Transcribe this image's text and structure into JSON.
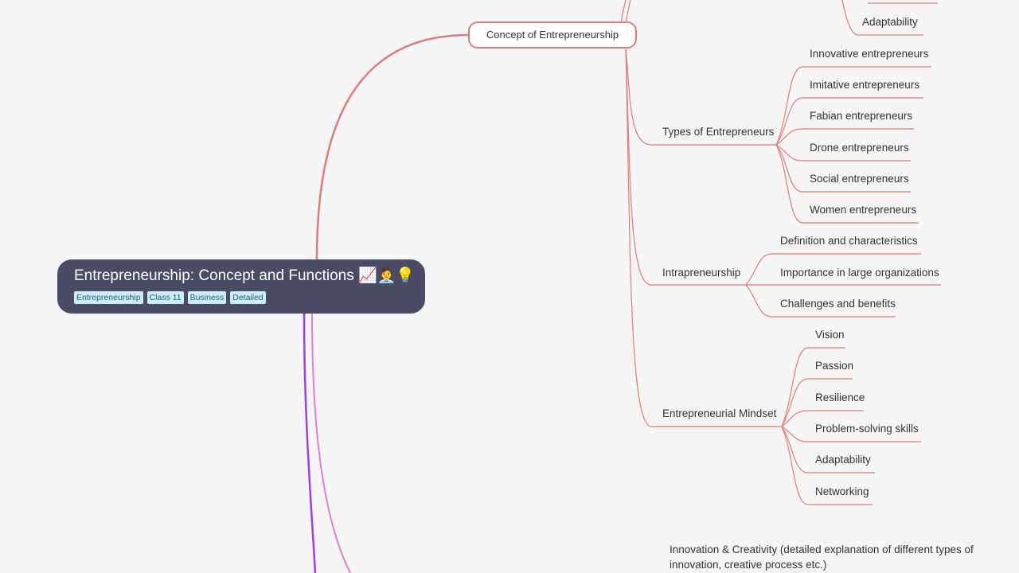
{
  "root": {
    "title": "Entrepreneurship: Concept and Functions 📈🧑‍💼💡",
    "tags": [
      "Entrepreneurship",
      "Class 11",
      "Business",
      "Detailed"
    ]
  },
  "topic": {
    "label": "Concept of Entrepreneurship"
  },
  "top_partial": {
    "adaptability": "Adaptability"
  },
  "branches": {
    "types": {
      "label": "Types of Entrepreneurs",
      "children": [
        "Innovative entrepreneurs",
        "Imitative entrepreneurs",
        "Fabian entrepreneurs",
        "Drone entrepreneurs",
        "Social entrepreneurs",
        "Women entrepreneurs"
      ]
    },
    "intra": {
      "label": "Intrapreneurship",
      "children": [
        "Definition and characteristics",
        "Importance in large organizations",
        "Challenges and benefits"
      ]
    },
    "mindset": {
      "label": "Entrepreneurial Mindset",
      "children": [
        "Vision",
        "Passion",
        "Resilience",
        "Problem-solving skills",
        "Adaptability",
        "Networking"
      ]
    }
  },
  "note": {
    "text": "Innovation & Creativity (detailed explanation of different types of innovation, creative process etc.)"
  },
  "colors": {
    "background": "#f5f5f5",
    "root_fill": "#4a4c66",
    "tag_fill": "#c9eef8",
    "branch_red": "#e07b7b",
    "branch_purple": "#9b3ff0",
    "branch_pink": "#e97ad0"
  }
}
